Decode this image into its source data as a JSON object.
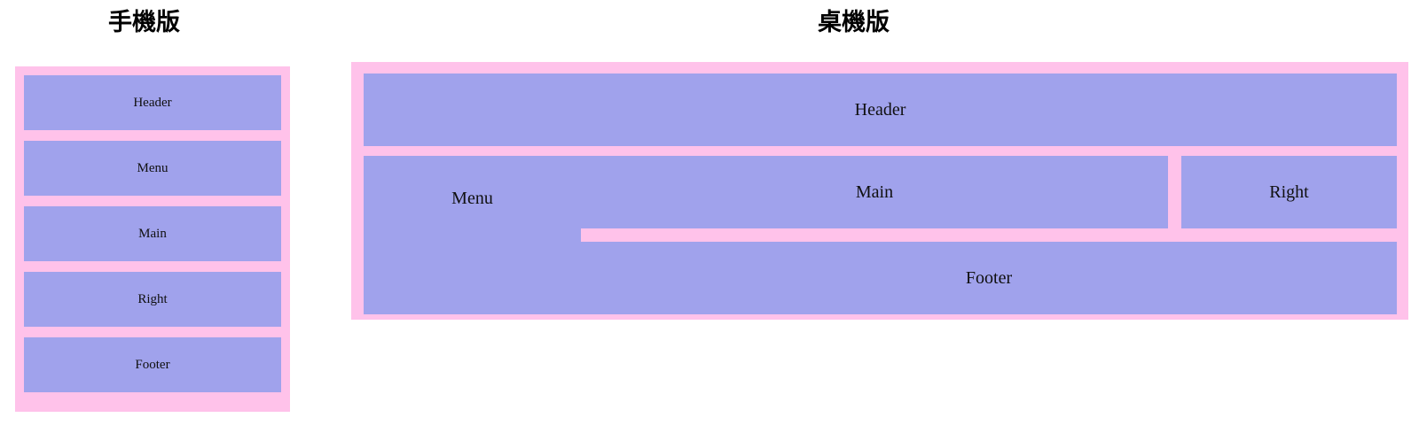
{
  "page": {
    "background_color": "#ffffff",
    "frame_color": "#ffc2ea",
    "cell_color": "#a0a2ec",
    "text_color": "#101010"
  },
  "mobile": {
    "title": "手機版",
    "regions": [
      {
        "key": "header",
        "label": "Header"
      },
      {
        "key": "menu",
        "label": "Menu"
      },
      {
        "key": "main",
        "label": "Main"
      },
      {
        "key": "right",
        "label": "Right"
      },
      {
        "key": "footer",
        "label": "Footer"
      }
    ]
  },
  "desktop": {
    "title": "桌機版",
    "regions": [
      {
        "key": "header",
        "label": "Header"
      },
      {
        "key": "menu",
        "label": "Menu"
      },
      {
        "key": "main",
        "label": "Main"
      },
      {
        "key": "right",
        "label": "Right"
      },
      {
        "key": "footer",
        "label": "Footer"
      }
    ]
  }
}
